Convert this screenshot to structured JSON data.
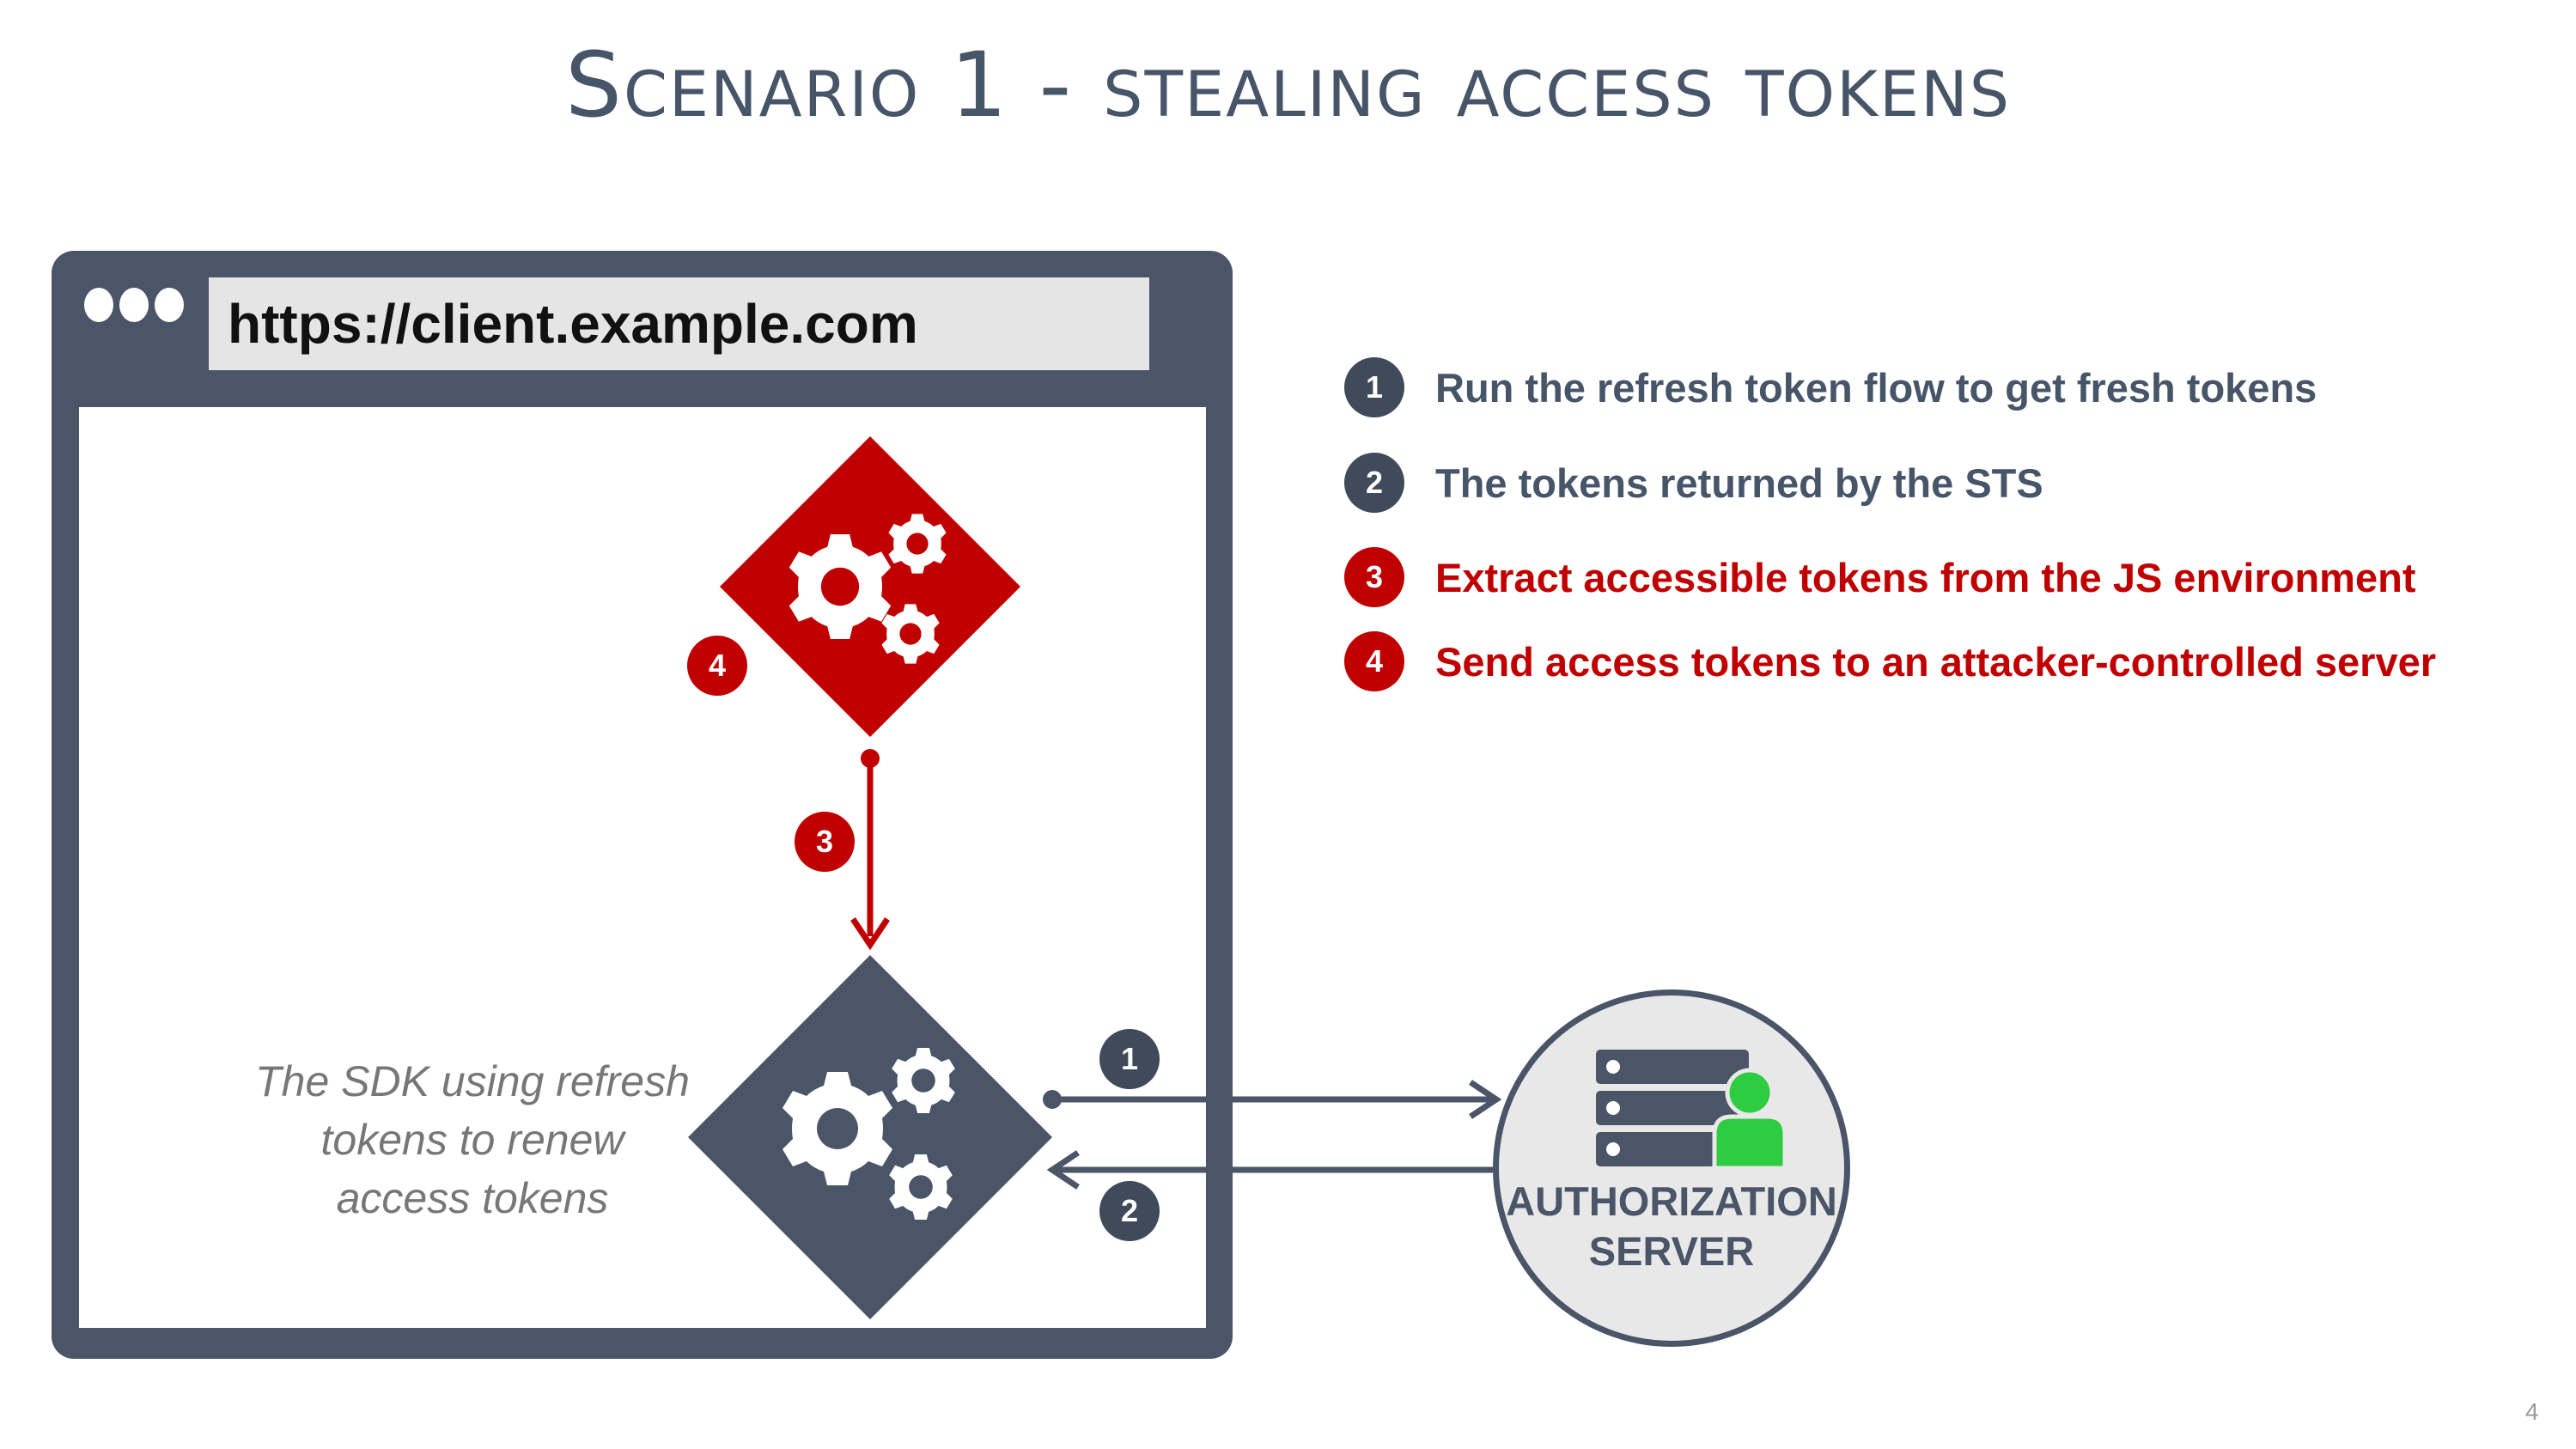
{
  "slide": {
    "title": "Scenario 1 - stealing access tokens",
    "page_number": "4"
  },
  "browser": {
    "url": "https://client.example.com"
  },
  "sdk": {
    "caption_lines": [
      "The SDK using refresh",
      "tokens to renew",
      "access tokens"
    ]
  },
  "server": {
    "label_lines": [
      "AUTHORIZATION",
      "SERVER"
    ]
  },
  "legend": [
    {
      "number": "1",
      "text": "Run the refresh token flow to get fresh tokens",
      "style": "dark"
    },
    {
      "number": "2",
      "text": "The tokens returned by the STS",
      "style": "dark"
    },
    {
      "number": "3",
      "text": "Extract accessible tokens from the JS environment",
      "style": "red"
    },
    {
      "number": "4",
      "text": "Send access tokens to an attacker-controlled server",
      "style": "red"
    }
  ],
  "diagram_badges": {
    "attacker": "4",
    "extract": "3",
    "request": "1",
    "response": "2"
  },
  "colors": {
    "dark": "#475569",
    "red": "#c00000",
    "green": "#2ecc40",
    "frame": "#4a5568"
  },
  "icons": {
    "attacker_script": "gears-icon",
    "sdk_script": "gears-icon",
    "server": "server-rack-icon",
    "user": "user-icon"
  }
}
